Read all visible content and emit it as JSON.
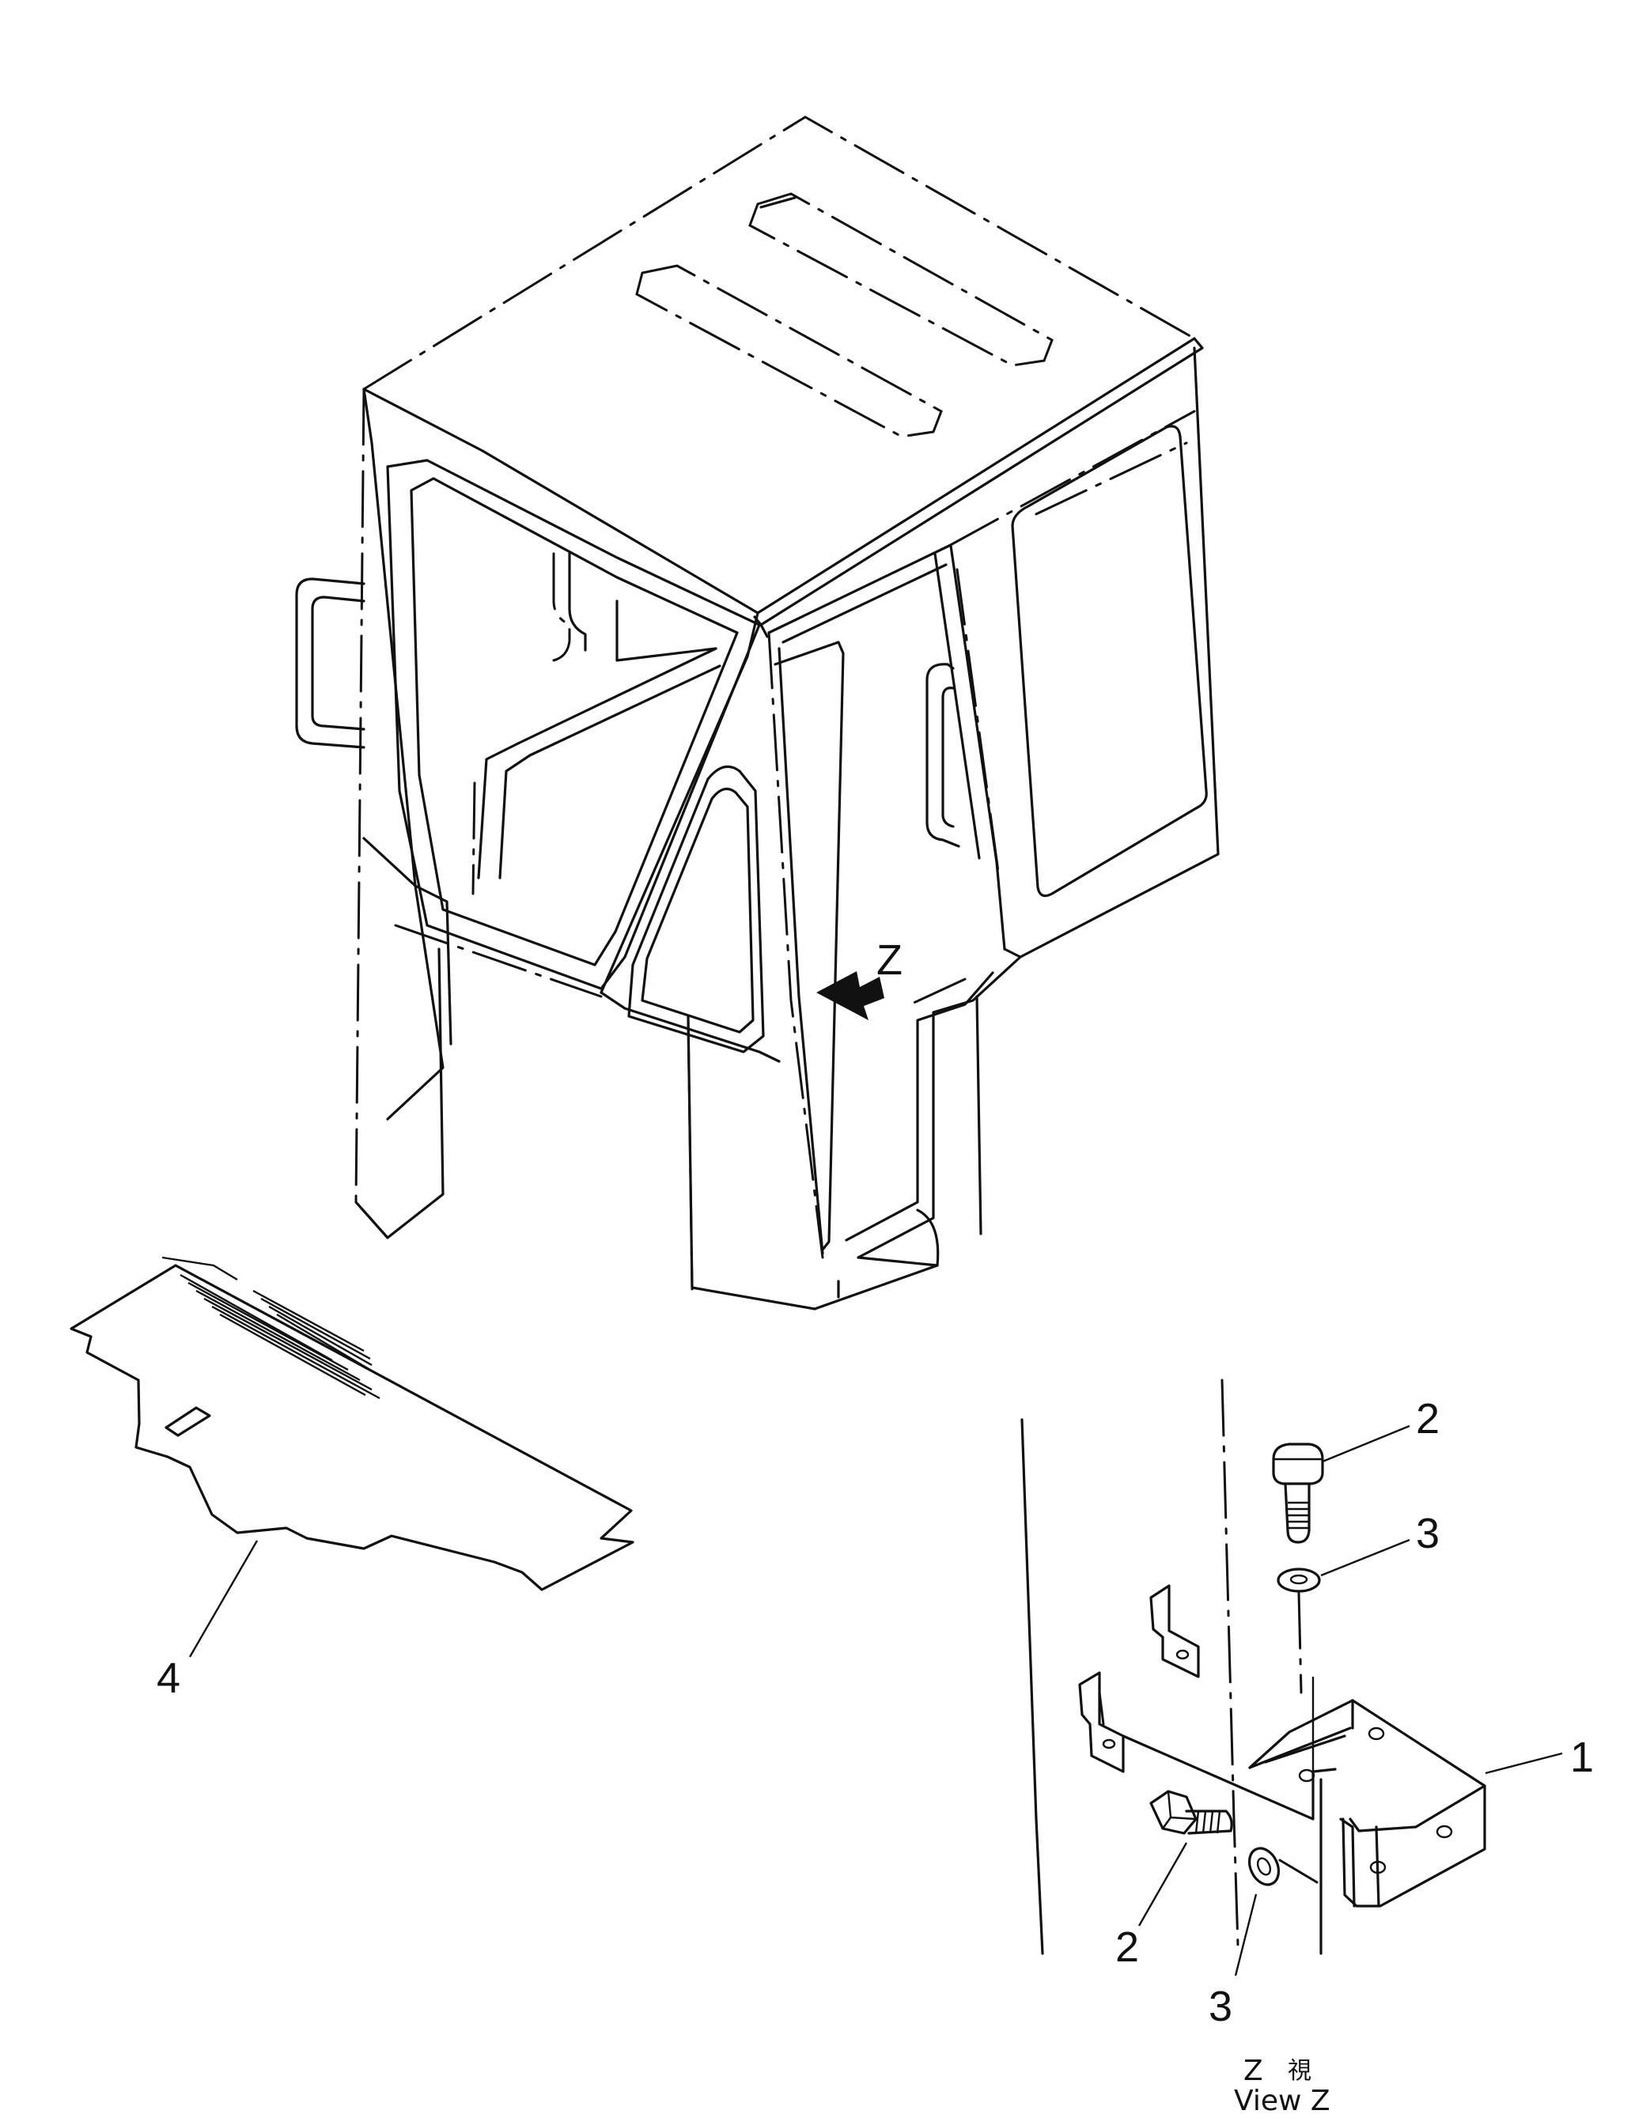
{
  "view_marker": "Z",
  "callouts": [
    {
      "id": "callout-1",
      "text": "1"
    },
    {
      "id": "callout-2-top",
      "text": "2"
    },
    {
      "id": "callout-3-top",
      "text": "3"
    },
    {
      "id": "callout-4",
      "text": "4"
    },
    {
      "id": "callout-2-bottom",
      "text": "2"
    },
    {
      "id": "callout-3-bottom",
      "text": "3"
    }
  ],
  "view_caption": {
    "line1_letter": "Z",
    "line1_kanji": "視",
    "line2": "View Z"
  }
}
